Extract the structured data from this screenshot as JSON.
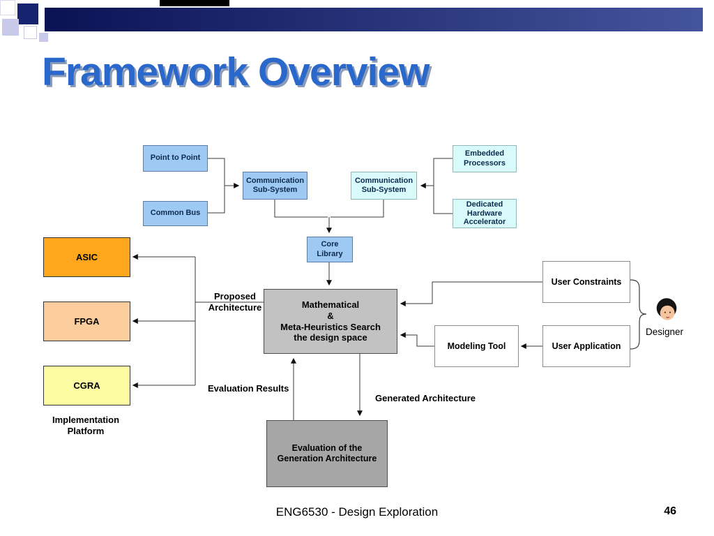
{
  "slide": {
    "title": "Framework Overview",
    "footer": "ENG6530 - Design Exploration",
    "page_number": "46"
  },
  "colors": {
    "title": "#2B68CC",
    "title_shadow": "#8C9CB8",
    "header_bar_left": "#0A1254",
    "header_bar_right": "#44549D",
    "deco_navy": "#16246F",
    "deco_lavender": "#C9C9E9",
    "box_blue": "#9DC9F2",
    "box_cyan": "#D9FAFA",
    "box_gray": "#C2C2C2",
    "box_dark_gray": "#A6A6A6",
    "box_orange": "#FFA61C",
    "box_peach": "#FCCD9C",
    "box_yellow": "#FDFCA3"
  },
  "icons": {
    "designer": "person-face-icon"
  },
  "diagram": {
    "boxes": {
      "point_to_point": "Point to Point",
      "common_bus": "Common Bus",
      "comm_subsystem_left": "Communication\nSub-System",
      "comm_subsystem_right": "Communication\nSub-System",
      "embedded_processors": "Embedded\nProcessors",
      "dedicated_hw_accelerator": "Dedicated\nHardware\nAccelerator",
      "core_library": "Core Library",
      "math_search": "Mathematical\n&\nMeta-Heuristics Search\nthe design space",
      "asic": "ASIC",
      "fpga": "FPGA",
      "cgra": "CGRA",
      "user_constraints": "User Constraints",
      "modeling_tool": "Modeling Tool",
      "user_application": "User Application",
      "evaluation": "Evaluation of the\nGeneration Architecture"
    },
    "labels": {
      "proposed_architecture": "Proposed\nArchitecture",
      "evaluation_results": "Evaluation Results",
      "generated_architecture": "Generated Architecture",
      "implementation_platform": "Implementation\nPlatform",
      "designer": "Designer"
    }
  }
}
